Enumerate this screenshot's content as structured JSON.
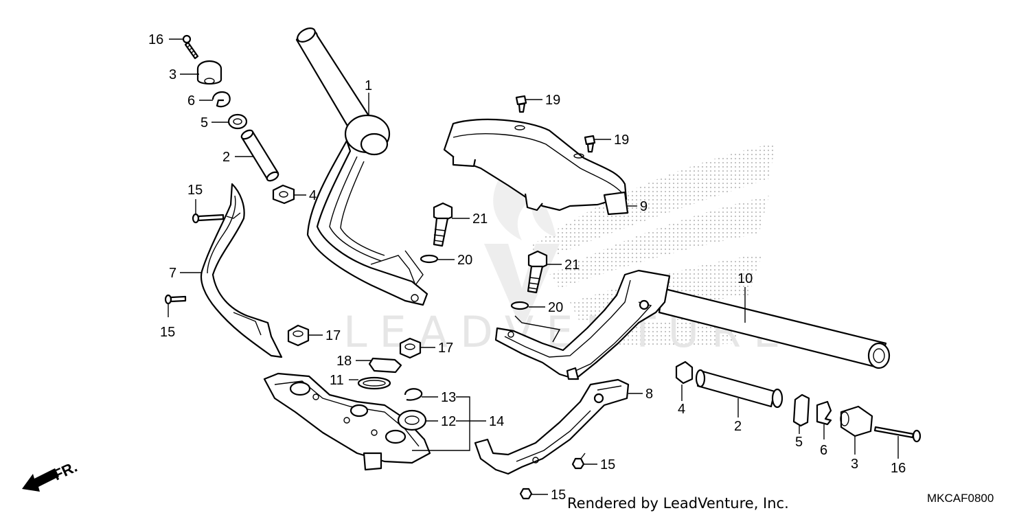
{
  "diagram": {
    "callouts": [
      {
        "id": "c16a",
        "text": "16"
      },
      {
        "id": "c3a",
        "text": "3"
      },
      {
        "id": "c6a",
        "text": "6"
      },
      {
        "id": "c5a",
        "text": "5"
      },
      {
        "id": "c2a",
        "text": "2"
      },
      {
        "id": "c4a",
        "text": "4"
      },
      {
        "id": "c15a",
        "text": "15"
      },
      {
        "id": "c7",
        "text": "7"
      },
      {
        "id": "c15b",
        "text": "15"
      },
      {
        "id": "c1",
        "text": "1"
      },
      {
        "id": "c21a",
        "text": "21"
      },
      {
        "id": "c20a",
        "text": "20"
      },
      {
        "id": "c17a",
        "text": "17"
      },
      {
        "id": "c17b",
        "text": "17"
      },
      {
        "id": "c18",
        "text": "18"
      },
      {
        "id": "c11",
        "text": "11"
      },
      {
        "id": "c13",
        "text": "13"
      },
      {
        "id": "c12",
        "text": "12"
      },
      {
        "id": "c14",
        "text": "14"
      },
      {
        "id": "c19a",
        "text": "19"
      },
      {
        "id": "c19b",
        "text": "19"
      },
      {
        "id": "c9",
        "text": "9"
      },
      {
        "id": "c21b",
        "text": "21"
      },
      {
        "id": "c20b",
        "text": "20"
      },
      {
        "id": "c10",
        "text": "10"
      },
      {
        "id": "c8",
        "text": "8"
      },
      {
        "id": "c15c",
        "text": "15"
      },
      {
        "id": "c15d",
        "text": "15"
      },
      {
        "id": "c4b",
        "text": "4"
      },
      {
        "id": "c2b",
        "text": "2"
      },
      {
        "id": "c5b",
        "text": "5"
      },
      {
        "id": "c6b",
        "text": "6"
      },
      {
        "id": "c3b",
        "text": "3"
      },
      {
        "id": "c16b",
        "text": "16"
      }
    ],
    "direction_label": "FR.",
    "footer": "Rendered by LeadVenture, Inc.",
    "diagram_code": "MKCAF0800",
    "watermark": "LEADVENTURE"
  }
}
